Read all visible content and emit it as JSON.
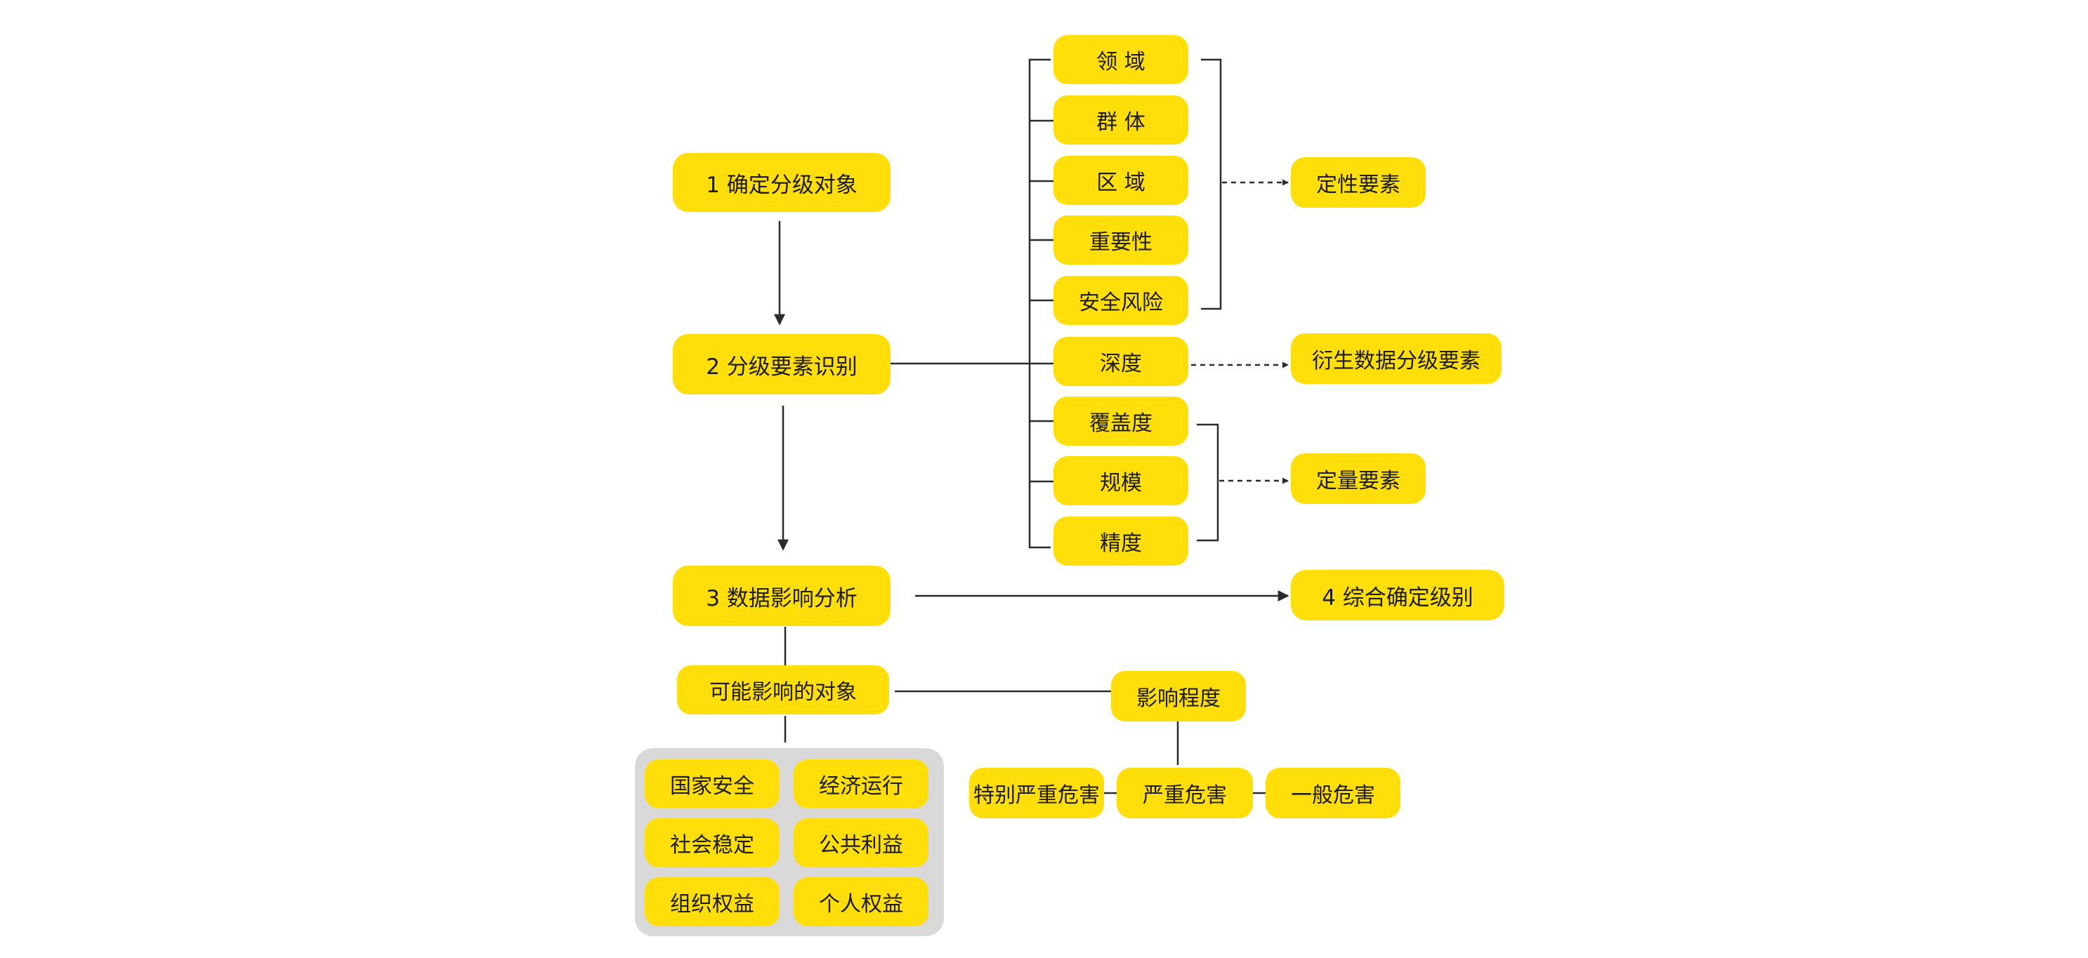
{
  "diagram": {
    "steps": [
      {
        "id": "step1",
        "label": "1  确定分级对象"
      },
      {
        "id": "step2",
        "label": "2  分级要素识别"
      },
      {
        "id": "step3",
        "label": "3 数据影响分析"
      },
      {
        "id": "step4",
        "label": "4 综合确定级别"
      }
    ],
    "elements": [
      "领 域",
      "群 体",
      "区 域",
      "重要性",
      "安全风险",
      "深度",
      "覆盖度",
      "规模",
      "精度"
    ],
    "categories": {
      "qualitative": "定性要素",
      "derived": "衍生数据分级要素",
      "quantitative": "定量要素"
    },
    "impact_objects": {
      "label": "可能影响的对象",
      "items": [
        "国家安全",
        "经济运行",
        "社会稳定",
        "公共利益",
        "组织权益",
        "个人权益"
      ]
    },
    "impact_degree": {
      "label": "影响程度",
      "levels": [
        "特别严重危害",
        "严重危害",
        "一般危害"
      ]
    },
    "colors": {
      "node_fill": "#FFDE0A",
      "line": "#2b2b2b",
      "group_panel": "#d9d9d9"
    }
  }
}
